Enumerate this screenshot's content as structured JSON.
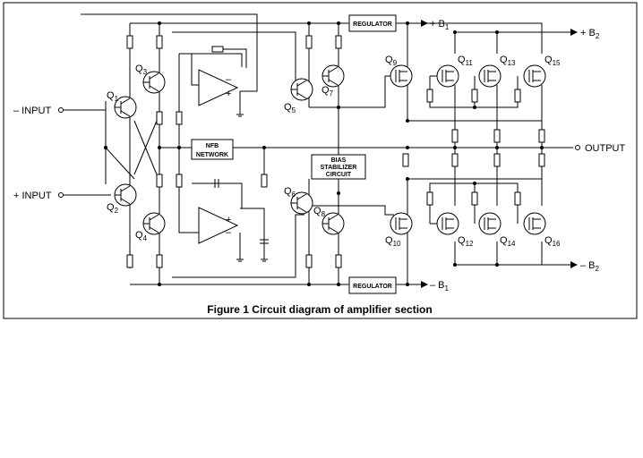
{
  "diagram": {
    "caption": "Figure 1  Circuit diagram of amplifier section",
    "terminals": {
      "neg_input": "– INPUT",
      "pos_input": "+ INPUT",
      "output": "OUTPUT",
      "pos_b1": "+ B",
      "neg_b1": "– B",
      "pos_b2": "+ B",
      "neg_b2": "– B",
      "sub_1": "1",
      "sub_2": "2"
    },
    "blocks": {
      "regulator_top": "REGULATOR",
      "regulator_bottom": "REGULATOR",
      "nfb_line1": "NFB",
      "nfb_line2": "NETWORK",
      "bias_line1": "BIAS",
      "bias_line2": "STABILIZER",
      "bias_line3": "CIRCUIT"
    },
    "transistors": [
      {
        "base": "Q",
        "sub": "1"
      },
      {
        "base": "Q",
        "sub": "2"
      },
      {
        "base": "Q",
        "sub": "3"
      },
      {
        "base": "Q",
        "sub": "4"
      },
      {
        "base": "Q",
        "sub": "5"
      },
      {
        "base": "Q",
        "sub": "6"
      },
      {
        "base": "Q",
        "sub": "7"
      },
      {
        "base": "Q",
        "sub": "8"
      },
      {
        "base": "Q",
        "sub": "9"
      },
      {
        "base": "Q",
        "sub": "10"
      },
      {
        "base": "Q",
        "sub": "11"
      },
      {
        "base": "Q",
        "sub": "12"
      },
      {
        "base": "Q",
        "sub": "13"
      },
      {
        "base": "Q",
        "sub": "14"
      },
      {
        "base": "Q",
        "sub": "15"
      },
      {
        "base": "Q",
        "sub": "16"
      }
    ],
    "opamp_signs": {
      "minus": "–",
      "plus": "+"
    }
  }
}
